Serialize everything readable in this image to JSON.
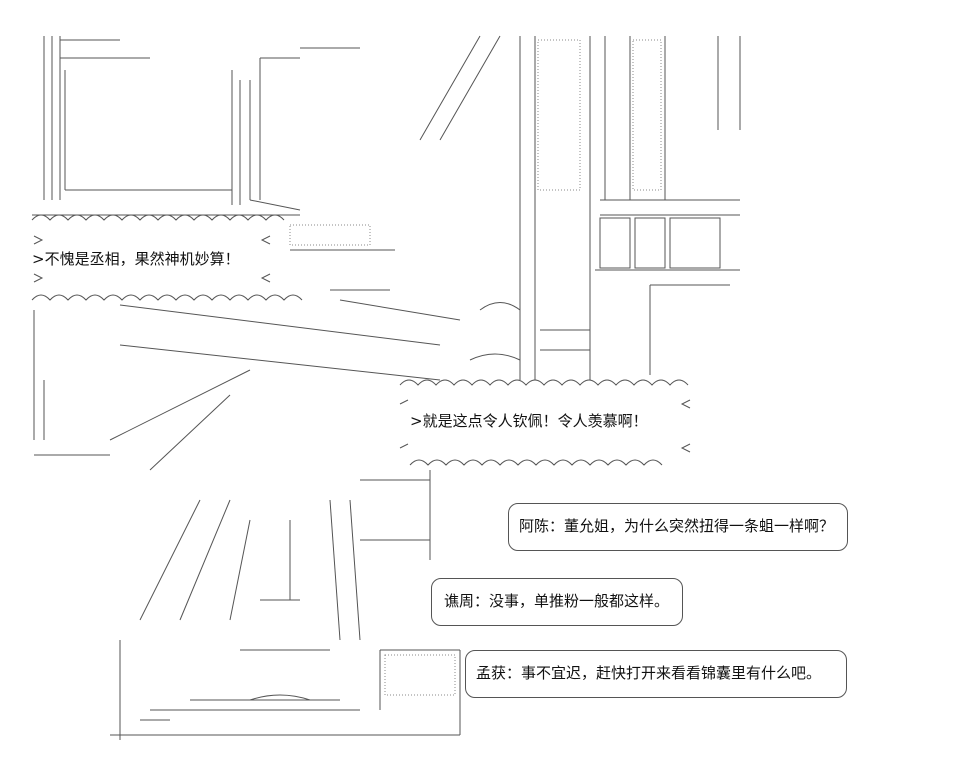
{
  "caption_1": "不愧是丞相，果然神机妙算！",
  "caption_2": "就是这点令人钦佩！令人羡慕啊！",
  "dialogue": [
    {
      "speaker": "阿陈",
      "text": "董允姐，为什么突然扭得一条蛆一样啊？"
    },
    {
      "speaker": "谯周",
      "text": "没事，单推粉一般都这样。"
    },
    {
      "speaker": "孟获",
      "text": "事不宜迟，赶快打开来看看锦囊里有什么吧。"
    }
  ],
  "separator": "："
}
